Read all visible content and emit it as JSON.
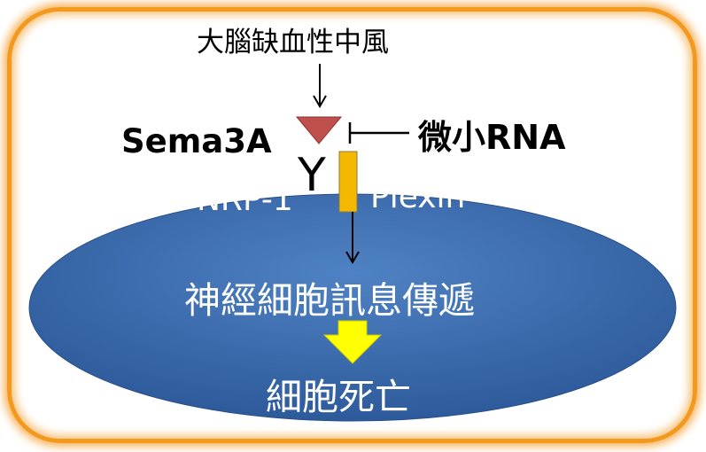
{
  "stimulus": "大腦缺血性中風",
  "ligand": "Sema3A",
  "inhibitor": "微小RNA",
  "receptor1": "NRP-1",
  "receptor2": "Plexin",
  "signaling": "神經細胞訊息傳遞",
  "outcome": "細胞死亡",
  "colors": {
    "frame": "#f39a1e",
    "cell": "#3f6fb0",
    "ligand": "#c0504d",
    "plexin": "#f5b800",
    "arrow": "#ffff00"
  }
}
